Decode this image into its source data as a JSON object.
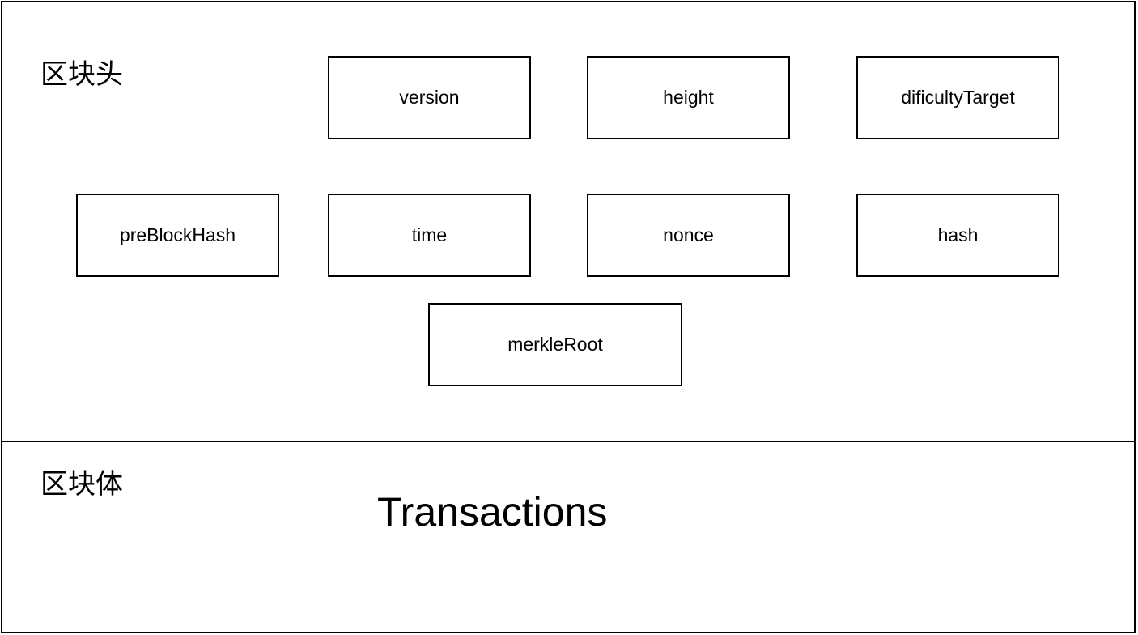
{
  "block_header": {
    "title": "区块头",
    "fields": {
      "version": "version",
      "height": "height",
      "difficulty_target": "dificultyTarget",
      "pre_block_hash": "preBlockHash",
      "time": "time",
      "nonce": "nonce",
      "hash": "hash",
      "merkle_root": "merkleRoot"
    }
  },
  "block_body": {
    "title": "区块体",
    "content": "Transactions"
  }
}
